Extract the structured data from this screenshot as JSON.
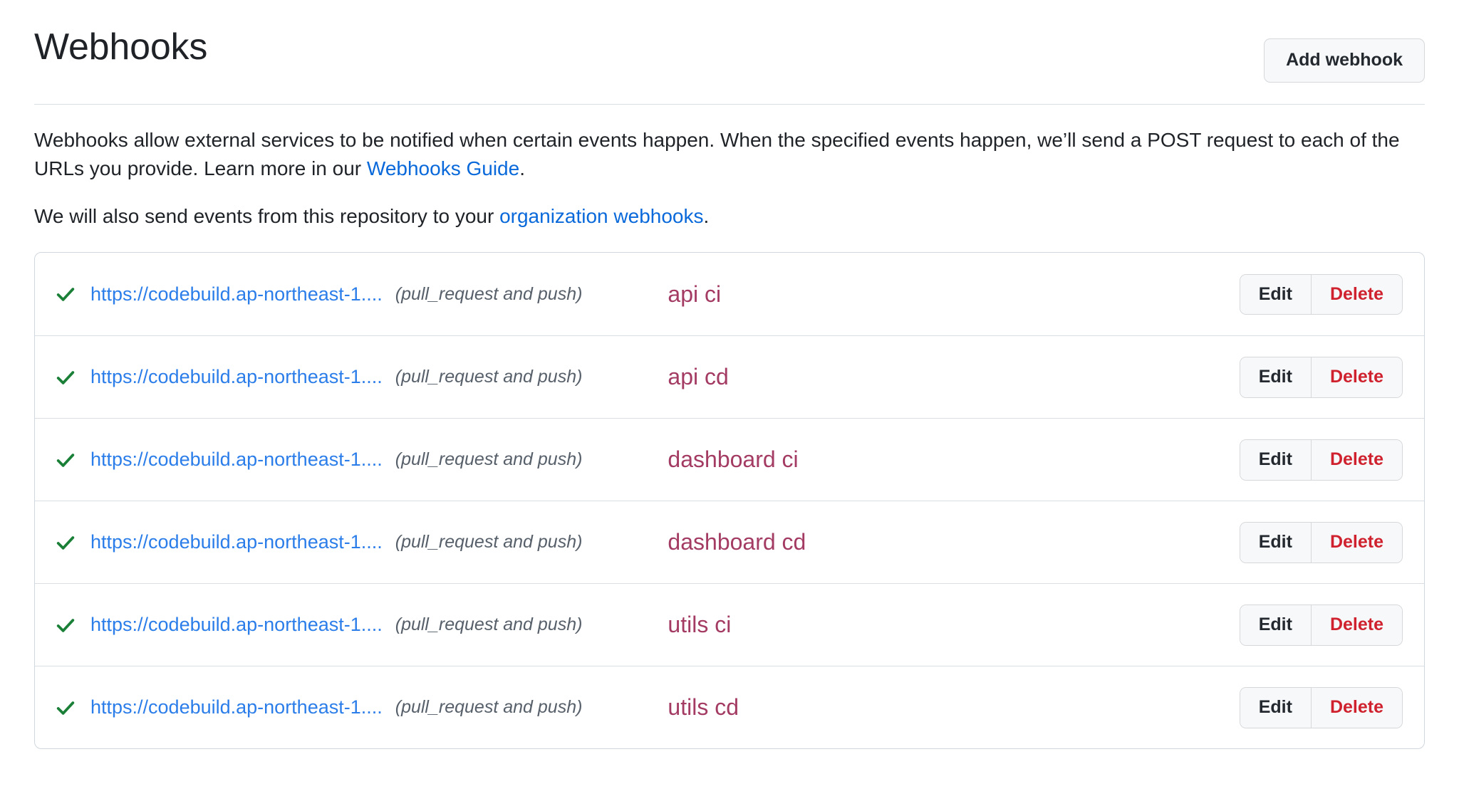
{
  "header": {
    "title": "Webhooks",
    "add_button_label": "Add webhook"
  },
  "intro": {
    "paragraph1_part1": "Webhooks allow external services to be notified when certain events happen. When the specified events happen, we’ll send a POST request to each of the URLs you provide. Learn more in our ",
    "paragraph1_link": "Webhooks Guide",
    "paragraph1_part2": ".",
    "paragraph2_part1": "We will also send events from this repository to your ",
    "paragraph2_link": "organization webhooks",
    "paragraph2_part2": "."
  },
  "colors": {
    "link": "#0969da",
    "webhook_url": "#2b7de9",
    "status_ok": "#1a7f37",
    "name_accent": "#a33b63",
    "delete": "#cf222e",
    "border": "#d0d7de",
    "button_bg": "#f6f8fa"
  },
  "actions": {
    "edit_label": "Edit",
    "delete_label": "Delete"
  },
  "webhooks": [
    {
      "status_icon": "check-icon",
      "url": "https://codebuild.ap-northeast-1....",
      "events": "(pull_request and push)",
      "name": "api ci"
    },
    {
      "status_icon": "check-icon",
      "url": "https://codebuild.ap-northeast-1....",
      "events": "(pull_request and push)",
      "name": "api cd"
    },
    {
      "status_icon": "check-icon",
      "url": "https://codebuild.ap-northeast-1....",
      "events": "(pull_request and push)",
      "name": "dashboard ci"
    },
    {
      "status_icon": "check-icon",
      "url": "https://codebuild.ap-northeast-1....",
      "events": "(pull_request and push)",
      "name": "dashboard cd"
    },
    {
      "status_icon": "check-icon",
      "url": "https://codebuild.ap-northeast-1....",
      "events": "(pull_request and push)",
      "name": "utils ci"
    },
    {
      "status_icon": "check-icon",
      "url": "https://codebuild.ap-northeast-1....",
      "events": "(pull_request and push)",
      "name": "utils cd"
    }
  ]
}
